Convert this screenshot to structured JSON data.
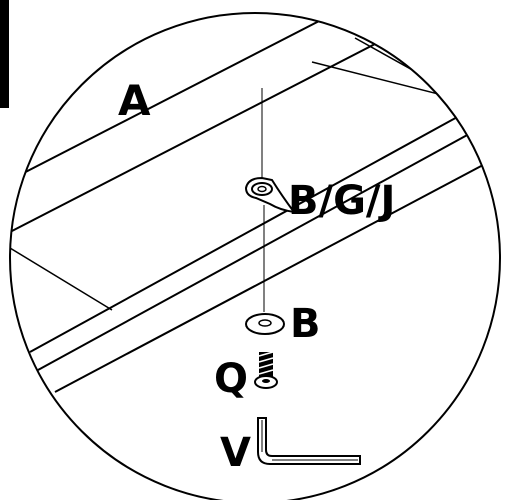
{
  "diagram": {
    "labels": {
      "part_a": "A",
      "washer_bracket": "B/G/J",
      "washer": "B",
      "bolt": "Q",
      "hex_key": "V"
    }
  }
}
